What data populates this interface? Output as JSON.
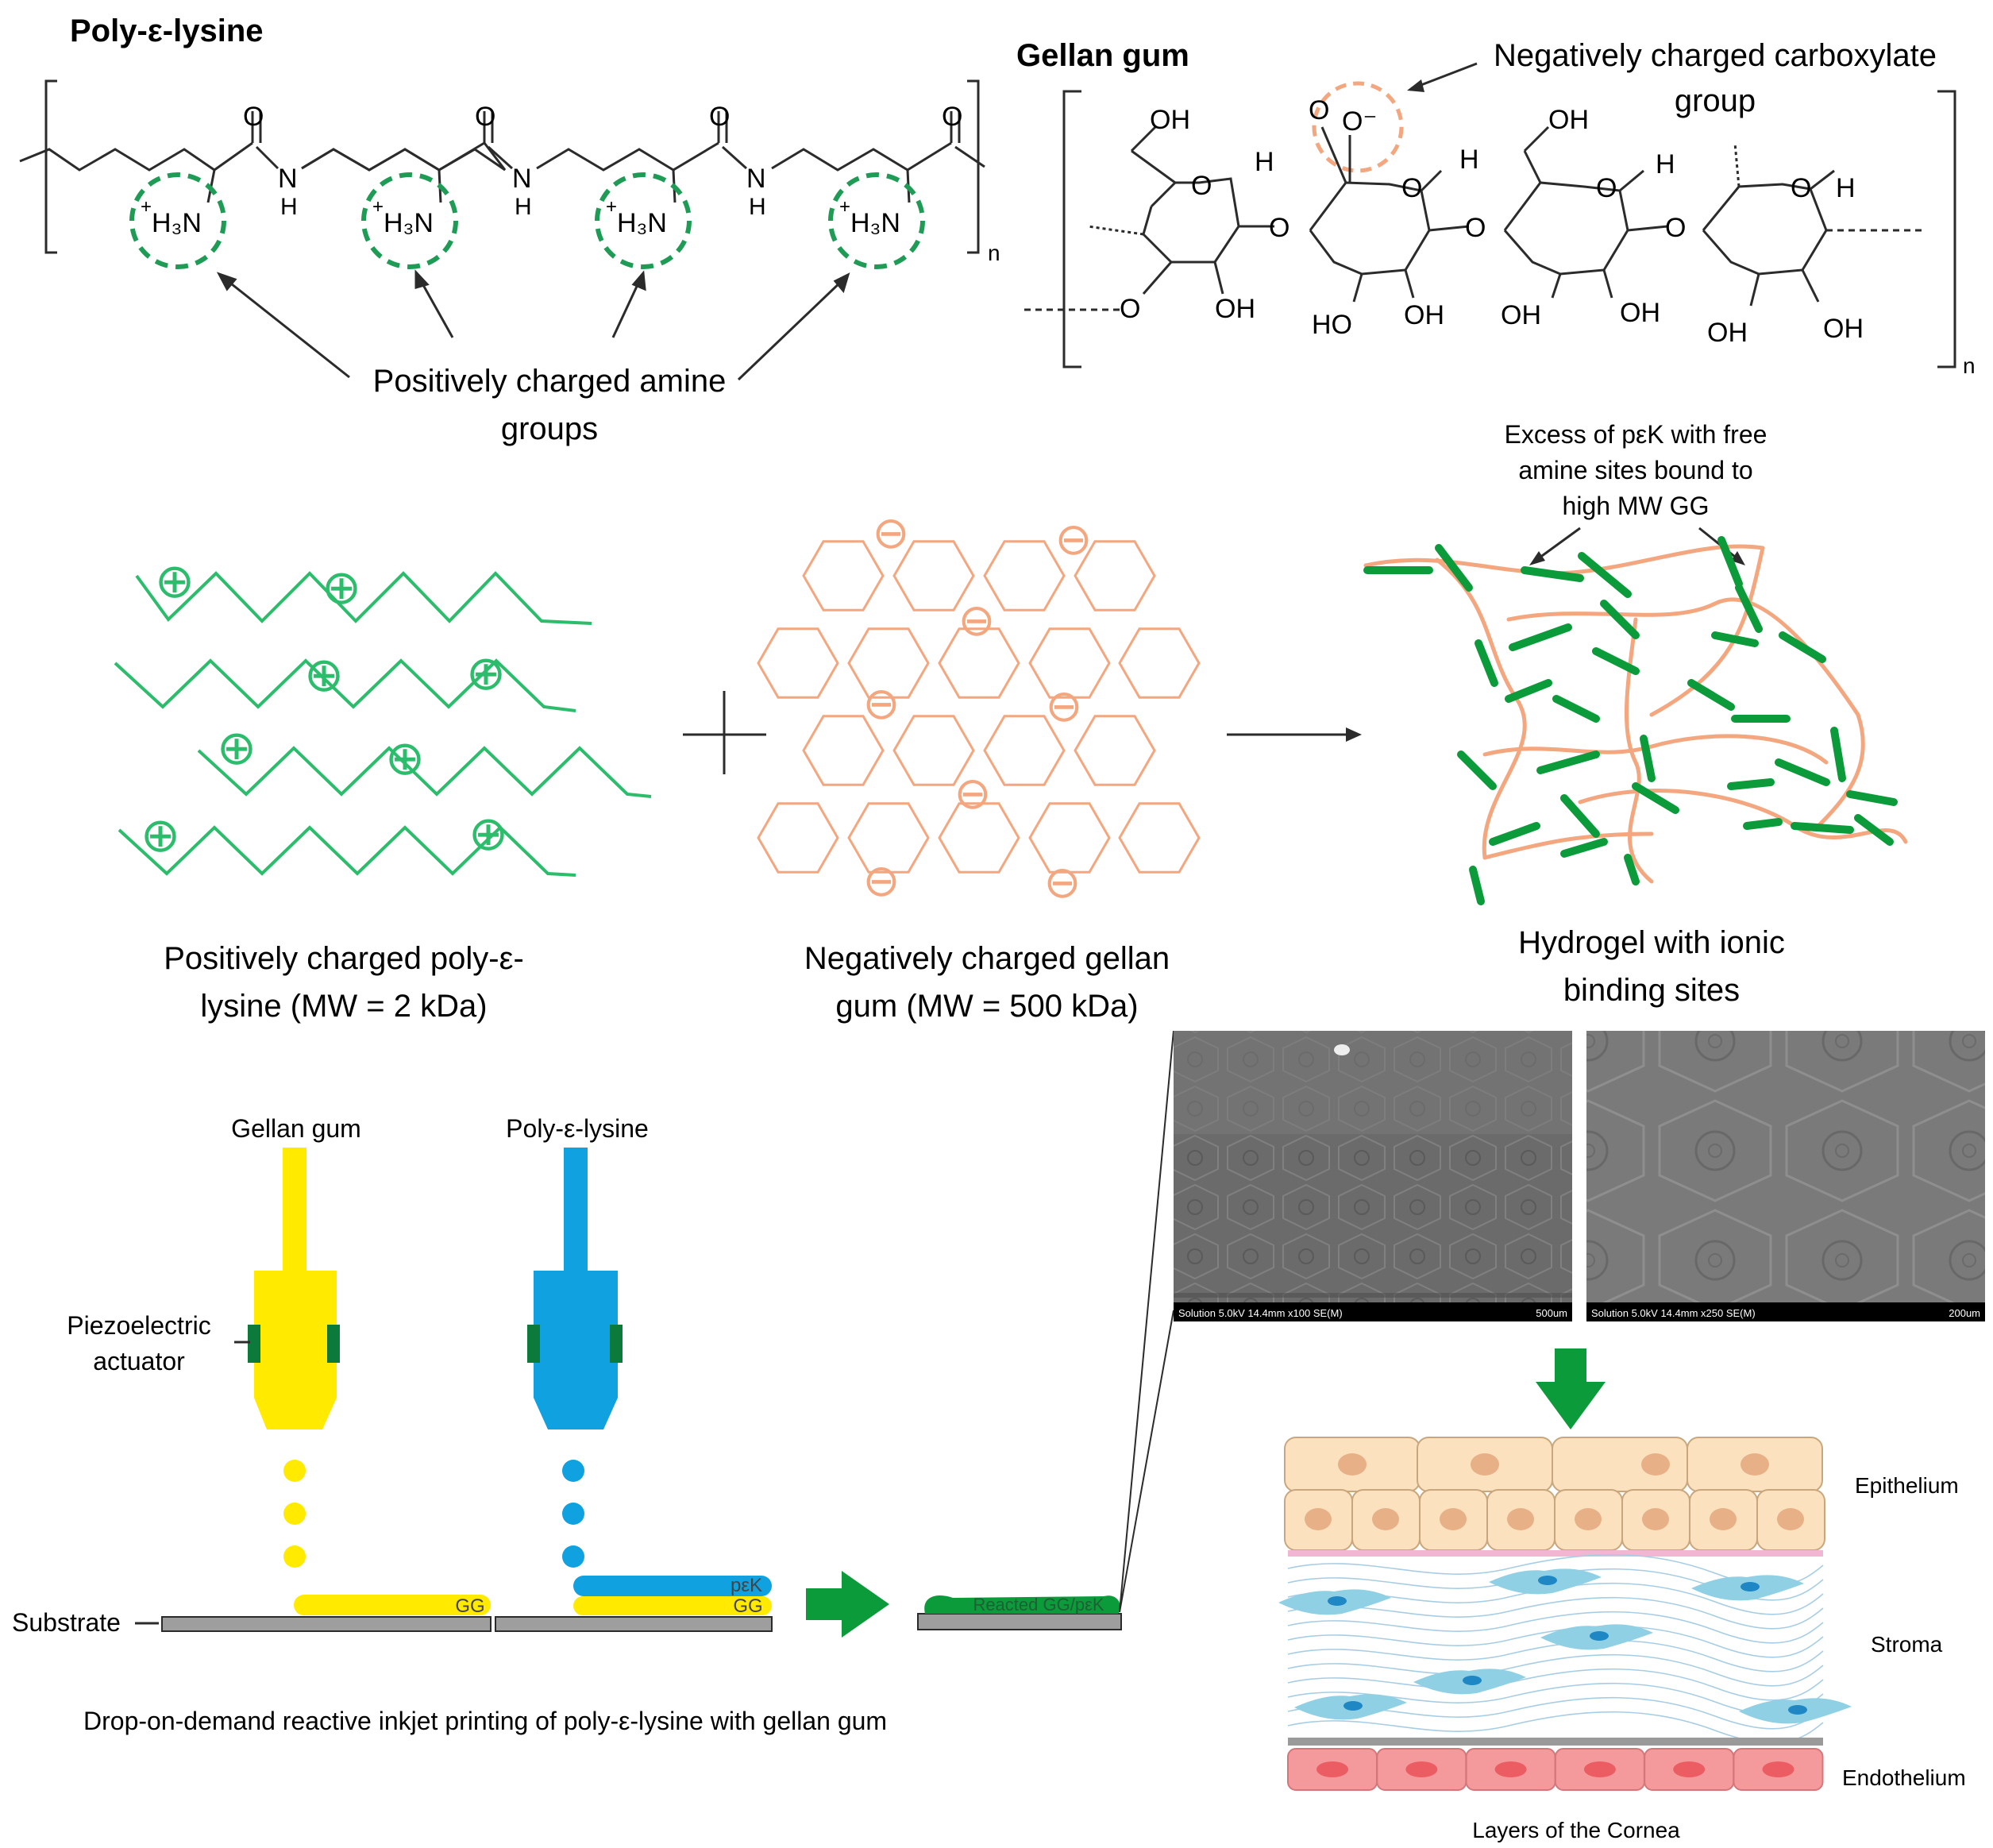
{
  "colors": {
    "green_dash": "#1e9b55",
    "green_chain": "#2bbd6b",
    "salmon": "#f4a67f",
    "bond": "#2b2b2b",
    "yellow": "#ffea00",
    "blue": "#10a1e0",
    "dark_green": "#0c9b3a",
    "substrate": "#9e9e9e",
    "epithelium": "#fbe1bd",
    "nucleus": "#e8b087",
    "stroma_cell": "#8fd0e4",
    "endothelium": "#f49a9c"
  },
  "structures": {
    "pel_title": "Poly-ε-lysine",
    "pel_amine_label": "H₃N",
    "pel_amine_charge": "+",
    "pel_oxygen": "O",
    "pel_nh_n": "N",
    "pel_nh_h": "H",
    "pel_repeat": "n",
    "pel_callout": [
      "Positively charged amine",
      "groups"
    ],
    "gg_title": "Gellan gum",
    "gg_callout": [
      "Negatively charged carboxylate",
      "group"
    ],
    "gg_labels": {
      "oh": "OH",
      "ho": "HO",
      "o": "O",
      "h": "H",
      "o_minus": "O⁻"
    },
    "gg_repeat": "n"
  },
  "schematic": {
    "plus_symbol": "⊕",
    "minus_symbol": "⊖",
    "excess_note": [
      "Excess of pεK with free",
      "amine sites bound to",
      "high MW GG"
    ],
    "pel_caption": [
      "Positively charged poly-ε-",
      "lysine (MW = 2 kDa)"
    ],
    "gg_caption": [
      "Negatively charged gellan",
      "gum (MW = 500 kDa)"
    ],
    "hydrogel_caption": [
      "Hydrogel with ionic",
      "binding sites"
    ]
  },
  "printing": {
    "nozzle_gg_label": "Gellan gum",
    "nozzle_pel_label": "Poly-ε-lysine",
    "actuator_label": [
      "Piezoelectric",
      "actuator"
    ],
    "substrate_label": "Substrate",
    "layer_gg": "GG",
    "layer_pek": "pεK",
    "reacted_label": "Reacted GG/pεK",
    "caption": "Drop-on-demand reactive inkjet printing of poly-ε-lysine with gellan gum"
  },
  "sem": {
    "left_info": "Solution 5.0kV 14.4mm x100 SE(M)",
    "left_scale": "500um",
    "right_info": "Solution 5.0kV 14.4mm x250 SE(M)",
    "right_scale": "200um"
  },
  "cornea": {
    "epithelium": "Epithelium",
    "stroma": "Stroma",
    "endothelium": "Endothelium",
    "caption": "Layers of the Cornea"
  }
}
